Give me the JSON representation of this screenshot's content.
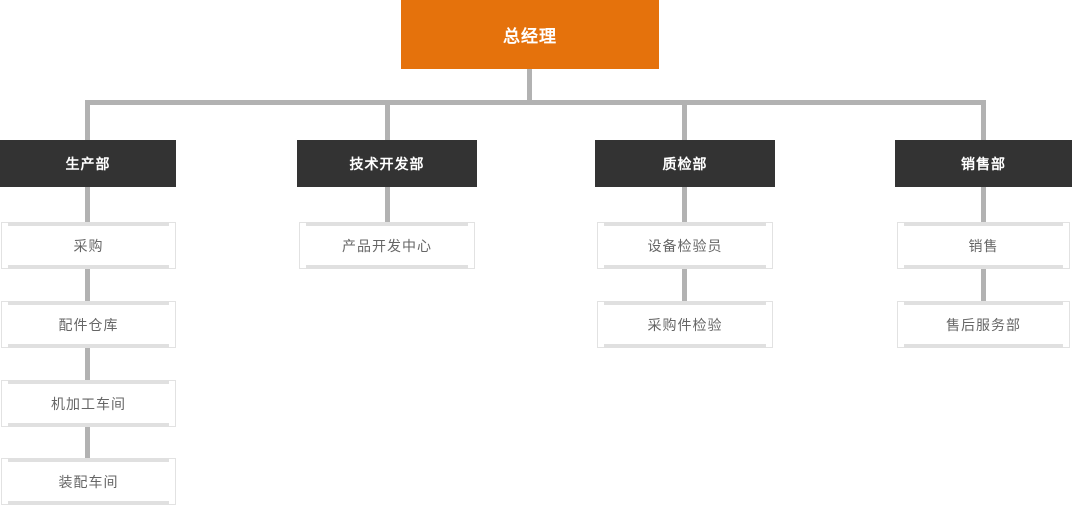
{
  "chart": {
    "root": {
      "label": "总经理"
    },
    "departments": [
      {
        "label": "生产部",
        "children": [
          {
            "label": "采购"
          },
          {
            "label": "配件仓库"
          },
          {
            "label": "机加工车间"
          },
          {
            "label": "装配车间"
          }
        ]
      },
      {
        "label": "技术开发部",
        "children": [
          {
            "label": "产品开发中心"
          }
        ]
      },
      {
        "label": "质检部",
        "children": [
          {
            "label": "设备检验员"
          },
          {
            "label": "采购件检验"
          }
        ]
      },
      {
        "label": "销售部",
        "children": [
          {
            "label": "销售"
          },
          {
            "label": "售后服务部"
          }
        ]
      }
    ]
  },
  "colors": {
    "root_bg": "#e5720c",
    "dept_bg": "#333333",
    "node_bg": "#ffffff",
    "node_border": "#e2e2e2",
    "node_bar": "#e0e0e0",
    "node_text": "#666666",
    "label_text": "#ffffff",
    "connector": "#b2b2b2"
  }
}
